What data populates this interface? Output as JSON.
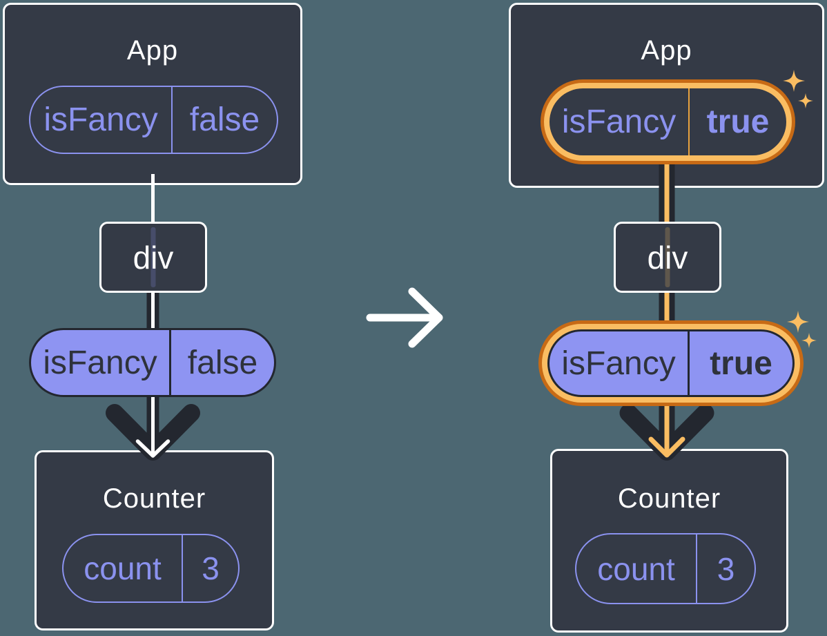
{
  "diagram_before": {
    "app_card": {
      "title": "App",
      "state_pill": {
        "name": "isFancy",
        "value": "false"
      }
    },
    "div_node": {
      "label": "div"
    },
    "prop_pill": {
      "name": "isFancy",
      "value": "false"
    },
    "counter_card": {
      "title": "Counter",
      "state_pill": {
        "name": "count",
        "value": "3"
      }
    }
  },
  "diagram_after": {
    "app_card": {
      "title": "App",
      "state_pill": {
        "name": "isFancy",
        "value": "true"
      }
    },
    "div_node": {
      "label": "div"
    },
    "prop_pill": {
      "name": "isFancy",
      "value": "true"
    },
    "counter_card": {
      "title": "Counter",
      "state_pill": {
        "name": "count",
        "value": "3"
      }
    }
  },
  "colors": {
    "background": "#4C6772",
    "card_background": "#343A46",
    "card_border": "#FFFFFF",
    "purple": "#8B92EF",
    "purple_fill": "#8E94F2",
    "pill_dark_text": "#2E323B",
    "arrow_dark": "#23272F",
    "orange_dark": "#C76A15",
    "orange_light": "#FABD62"
  }
}
